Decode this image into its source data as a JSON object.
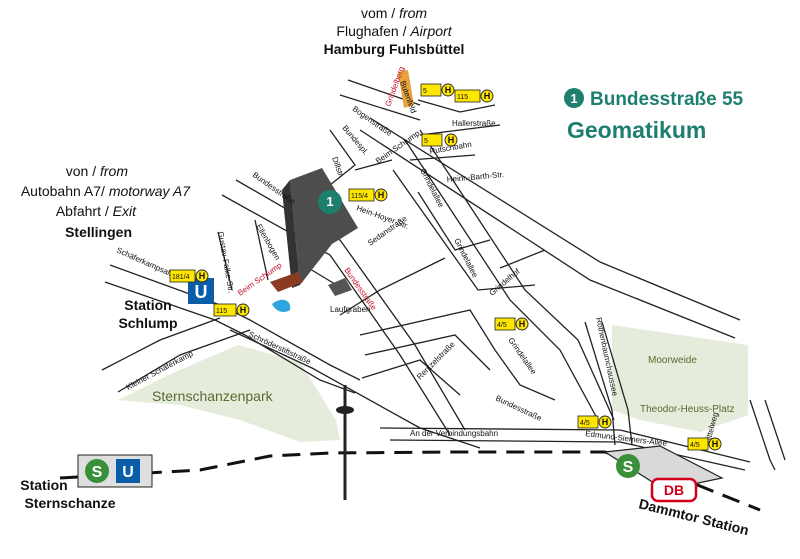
{
  "colors": {
    "accent": "#1e7f6e",
    "park": "#e6ecdc",
    "bus": "#ffe600",
    "ubahn": "#0a5ea8",
    "sbahn": "#3a8f3a",
    "db": "#d4001a",
    "building": "#4d4d4d"
  },
  "destination": {
    "marker": "1",
    "address": "Bundesstraße 55",
    "name": "Geomatikum"
  },
  "airport": {
    "line1_a": "vom / ",
    "line1_b": "from",
    "line2_a": "Flughafen / ",
    "line2_b": "Airport",
    "line3": "Hamburg Fuhlsbüttel"
  },
  "motorway": {
    "line1_a": "von / ",
    "line1_b": "from",
    "line2_a": "Autobahn A7/ ",
    "line2_b": "motorway A7",
    "line3_a": "Abfahrt / ",
    "line3_b": "Exit",
    "line4": "Stellingen"
  },
  "stations": {
    "schlump_1": "Station",
    "schlump_2": "Schlump",
    "sternschanze_1": "Station",
    "sternschanze_2": "Sternschanze",
    "dammtor": "Dammtor Station",
    "u": "U",
    "s": "S",
    "db": "DB"
  },
  "parks": {
    "sternschanzenpark": "Sternschanzenpark",
    "moorweide": "Moorweide",
    "theodor": "Theodor-Heuss-Platz"
  },
  "streets": {
    "bogenstrasse": "Bogenstraße",
    "hallerstrasse": "Hallerstraße",
    "beim_schlump": "Beim Schlump",
    "beim_schlump_red": "Beim Schlump",
    "bundesstrasse_1": "Bundesstraße",
    "bundesstrasse_red": "Bundesstraße",
    "bundesstrasse_2": "Bundesstraße",
    "grindelallee": "Grindelallee",
    "grindelallee_2": "Grindelallee",
    "grindelallee_3": "Grindelallee",
    "grindelberg": "Grindelberg",
    "grindelhof": "Grindelhof",
    "sedanstrasse": "Sedanstraße",
    "rentzelstrasse": "Rentzelstraße",
    "schaeferkampsallee": "Schäferkampsallee",
    "kleiner_schaeferkamp": "Kleiner Schäferkamp",
    "schroederstiftstrasse": "Schröderstiftstraße",
    "laufgraben": "Laufgraben",
    "verbindungsbahn": "An der Verbindungsbahn",
    "edmund": "Edmund-Siemers-Allee",
    "rothenbaum": "Rothenbaumchaussee",
    "mittelweg": "Mittelweg",
    "ellenbogen": "Ellenbogen",
    "gustav": "Gustav-Falke-Str.",
    "heinrich": "Heinr.-Barth-Str.",
    "butenfeld": "Butenfeld",
    "rutschbahn": "Rutschbahn",
    "bundesplatz": "Bundespl.",
    "dillstrasse": "Dillstr.",
    "hein_hoyer": "Hein-Hoyer-Str."
  },
  "bus_stops": {
    "s1": "5",
    "s2": "115",
    "s3": "5",
    "s4": "115/4",
    "s5": "181/4",
    "s6": "115",
    "s7": "4/5",
    "s8": "4/5",
    "s9": "4/5",
    "h": "H"
  }
}
